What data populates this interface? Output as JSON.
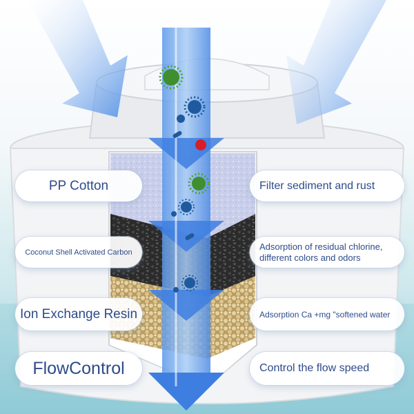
{
  "layers": [
    {
      "name": "PP Cotton",
      "function": "Filter sediment and rust"
    },
    {
      "name": "Coconut Shell Activated Carbon",
      "function": "Adsorption of residual chlorine, different colors and odors"
    },
    {
      "name": "Ion Exchange Resin",
      "function": "Adsorption Ca +mg \"softened water"
    },
    {
      "name": "FlowControl",
      "function": "Control the flow speed"
    }
  ],
  "colors": {
    "label_text": "#2d4b8a",
    "arrow_blue": "#3d7ee0",
    "pp_cotton": "#c5cbe8",
    "carbon": "#2e2e2e",
    "resin": "#d8c08a",
    "water_bg": "#9fd3dc"
  }
}
